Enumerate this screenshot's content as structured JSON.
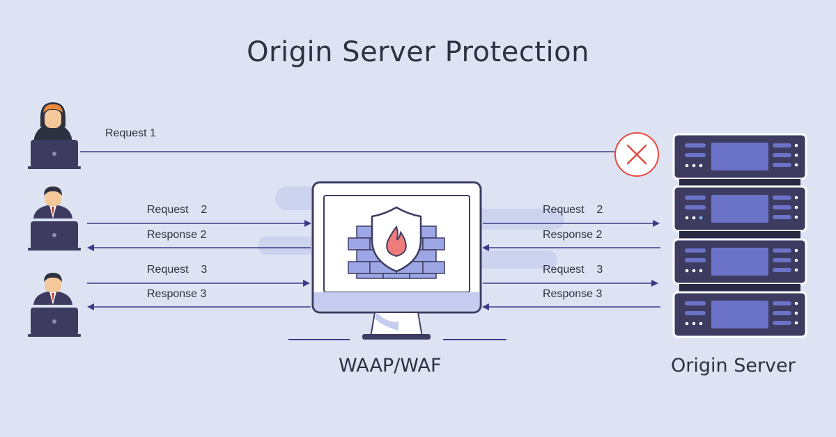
{
  "title": "Origin Server Protection",
  "colors": {
    "background": "#dde3f3",
    "dark_navy": "#3d3c60",
    "arrow": "#3b3a8a",
    "blocked_red": "#e8483f",
    "fire": "#f07b7b",
    "brick": "#9ea7e6",
    "server_body": "#3d3c60",
    "server_panel": "#6b73c9"
  },
  "clients": [
    {
      "name": "attacker-client",
      "icon": "hooded-attacker-icon"
    },
    {
      "name": "user-client-2",
      "icon": "user-laptop-icon"
    },
    {
      "name": "user-client-3",
      "icon": "user-laptop-icon"
    }
  ],
  "flows": {
    "request1": {
      "label": "Request 1",
      "status": "blocked"
    },
    "left": [
      {
        "label": "Request    2",
        "direction": "right"
      },
      {
        "label": "Response 2",
        "direction": "left"
      },
      {
        "label": "Request    3",
        "direction": "right"
      },
      {
        "label": "Response 3",
        "direction": "left"
      }
    ],
    "right": [
      {
        "label": "Request    2",
        "direction": "right"
      },
      {
        "label": "Response 2",
        "direction": "left"
      },
      {
        "label": "Request    3",
        "direction": "right"
      },
      {
        "label": "Response 3",
        "direction": "left"
      }
    ]
  },
  "waf": {
    "label": "WAAP/WAF",
    "icon": "firewall-shield-fire-icon"
  },
  "server": {
    "label": "Origin Server",
    "icon": "server-rack-icon",
    "units": 4
  }
}
